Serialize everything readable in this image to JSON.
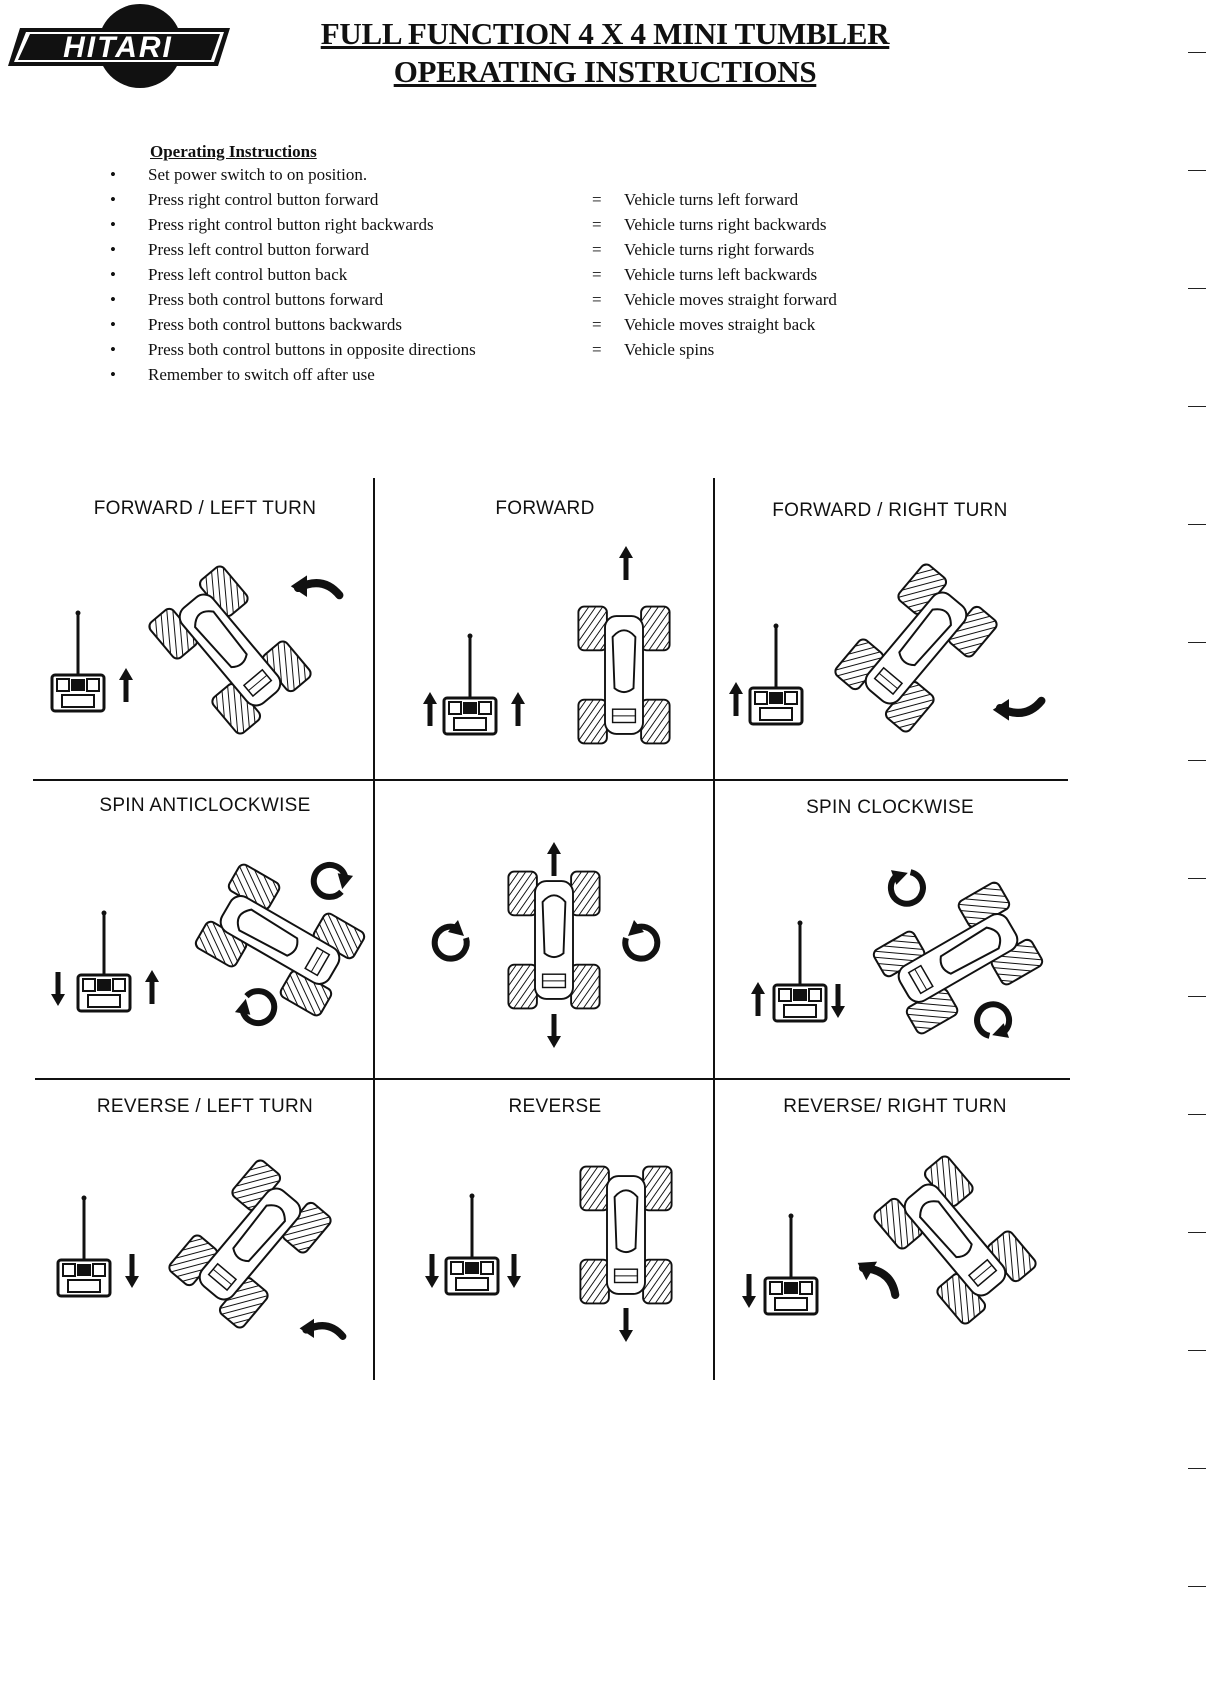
{
  "header": {
    "logo_text": "HITARI",
    "title_line1": "FULL FUNCTION 4 X 4 MINI TUMBLER",
    "title_line2": "OPERATING INSTRUCTIONS"
  },
  "instructions": {
    "heading": "Operating Instructions",
    "items": [
      {
        "action": "Set power switch to on position.",
        "result": ""
      },
      {
        "action": "Press right control button forward",
        "result": "Vehicle turns left forward"
      },
      {
        "action": "Press right control button right  backwards",
        "result": "Vehicle turns right backwards"
      },
      {
        "action": "Press left control button forward",
        "result": "Vehicle turns right forwards"
      },
      {
        "action": "Press left control  button back",
        "result": "Vehicle turns left backwards"
      },
      {
        "action": "Press both control buttons forward",
        "result": "Vehicle moves straight forward"
      },
      {
        "action": "Press both control buttons backwards",
        "result": "Vehicle moves straight back"
      },
      {
        "action": "Press both control buttons in opposite directions",
        "result": "Vehicle spins"
      },
      {
        "action": "Remember to switch off after use",
        "result": ""
      }
    ]
  },
  "diagram": {
    "cells": [
      {
        "title": "FORWARD / LEFT TURN"
      },
      {
        "title": "FORWARD"
      },
      {
        "title": "FORWARD / RIGHT TURN"
      },
      {
        "title": "SPIN ANTICLOCKWISE"
      },
      {
        "title": ""
      },
      {
        "title": "SPIN CLOCKWISE"
      },
      {
        "title": "REVERSE / LEFT TURN"
      },
      {
        "title": "REVERSE"
      },
      {
        "title": "REVERSE/ RIGHT TURN"
      }
    ]
  }
}
